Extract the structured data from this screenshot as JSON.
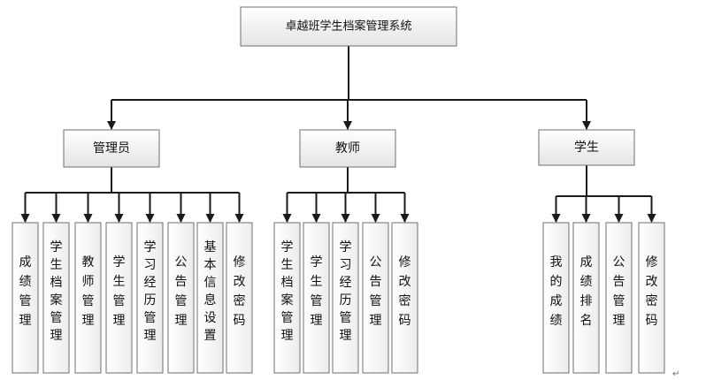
{
  "root": {
    "label": "卓越班学生档案管理系统"
  },
  "roles": [
    {
      "label": "管理员",
      "modules": [
        "成绩管理",
        "学生档案管理",
        "教师管理",
        "学生管理",
        "学习经历管理",
        "公告管理",
        "基本信息设置",
        "修改密码"
      ]
    },
    {
      "label": "教师",
      "modules": [
        "学生档案管理",
        "学生管理",
        "学习经历管理",
        "公告管理",
        "修改密码"
      ]
    },
    {
      "label": "学生",
      "modules": [
        "我的成绩",
        "成绩排名",
        "公告管理",
        "修改密码"
      ]
    }
  ],
  "paragraph_mark": "↵"
}
